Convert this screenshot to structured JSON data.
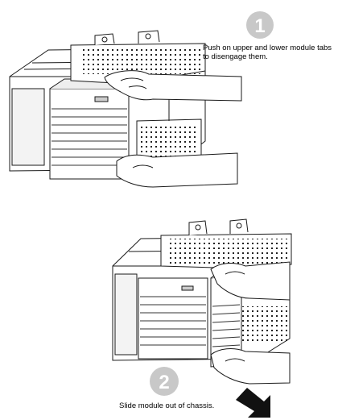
{
  "step1": {
    "number": "1",
    "caption_line1": "Push on upper and lower module tabs",
    "caption_line2": "to disengage them."
  },
  "step2": {
    "number": "2",
    "caption": "Slide module out of chassis."
  },
  "colors": {
    "badge": "#c8c8c8",
    "line": "#1a1a1a",
    "panel": "#e8e8e8",
    "arrow": "#111111"
  },
  "icons": [
    "step-badge",
    "arrow-down-icon",
    "hand-icon"
  ]
}
